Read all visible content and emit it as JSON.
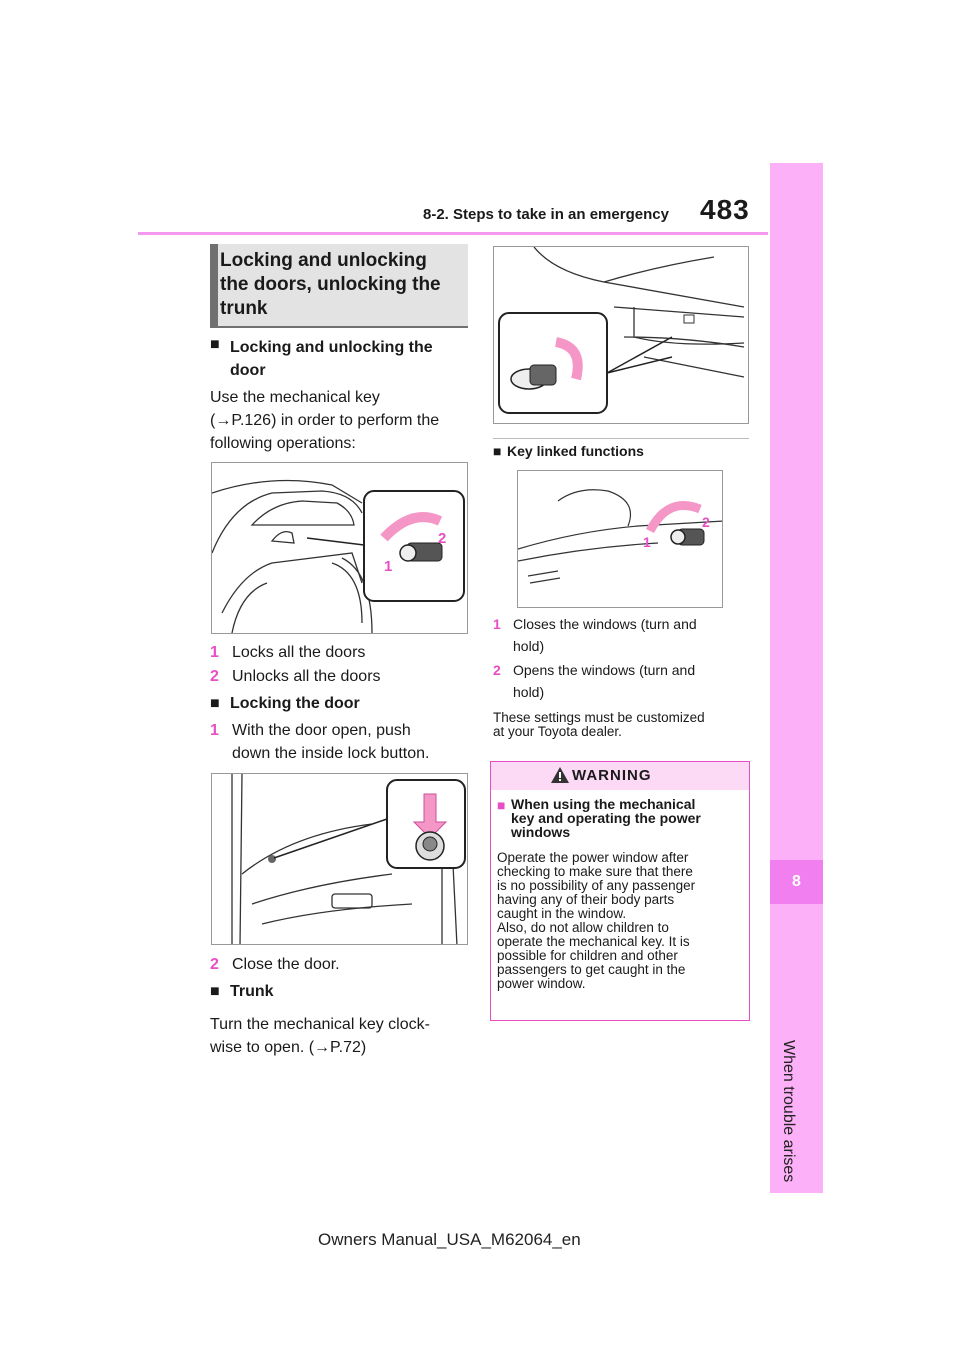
{
  "header": {
    "section": "8-2. Steps to take in an emergency",
    "page_number": "483"
  },
  "side_tab": {
    "chapter_number": "8",
    "chapter_label": "When trouble arises"
  },
  "left_column": {
    "section_title": "Locking and unlocking the doors, unlocking the trunk",
    "sub1": {
      "bullet": "■",
      "title": "Locking and unlocking the door",
      "intro": [
        "Use the mechanical key",
        "(→P.126) in order to perform the",
        "following operations:"
      ]
    },
    "fig1_labels": [
      "1",
      "2"
    ],
    "steps1": [
      {
        "num": "1",
        "text": "Locks all the doors"
      },
      {
        "num": "2",
        "text": "Unlocks all the doors"
      }
    ],
    "sub2": {
      "bullet": "■",
      "title": "Locking the door",
      "step": {
        "num": "1",
        "lines": [
          "With the door open, push",
          "down the inside lock button."
        ]
      }
    },
    "step_after_fig2": {
      "num": "2",
      "text": "Close the door."
    },
    "sub3": {
      "bullet": "■",
      "title": "Trunk",
      "lines": [
        "Turn the mechanical key clock-",
        "wise to open. (→P.72)"
      ]
    }
  },
  "right_column": {
    "sub4": {
      "bullet": "■",
      "title": "Key linked functions"
    },
    "fig4_labels": [
      "1",
      "2"
    ],
    "steps": [
      {
        "num": "1",
        "lines": [
          "Closes the windows (turn and",
          "hold)"
        ]
      },
      {
        "num": "2",
        "lines": [
          "Opens the windows (turn and",
          "hold)"
        ]
      }
    ],
    "note": [
      "These settings must be customized",
      "at your Toyota dealer."
    ],
    "warning": {
      "title": "WARNING",
      "sub_bullet": "■",
      "sub_title": [
        "When using the mechanical",
        "key and operating the power",
        "windows"
      ],
      "body": [
        "Operate the power window after",
        "checking to make sure that there",
        "is no possibility of any passenger",
        "having any of their body parts",
        "caught in the window.",
        "Also, do not allow children to",
        "operate the mechanical key. It is",
        "possible for children and other",
        "passengers to get caught in the",
        "power window."
      ]
    }
  },
  "footer": "Owners Manual_USA_M62064_en",
  "colors": {
    "accent_pink": "#e84fc4",
    "tab_pink": "#fcb0f7",
    "tab_dark_pink": "#f27ff0",
    "header_rule": "#f598f0",
    "section_gray": "#e3e3e3"
  }
}
